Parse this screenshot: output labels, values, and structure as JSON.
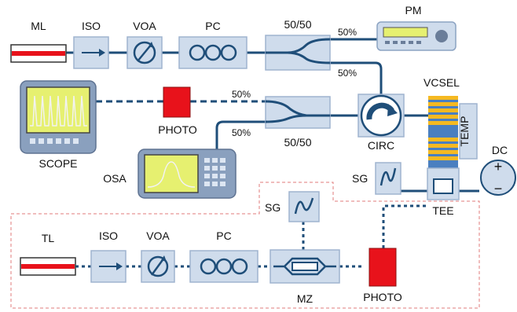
{
  "labels": {
    "ml": "ML",
    "iso1": "ISO",
    "voa1": "VOA",
    "pc1": "PC",
    "splitter1": "50/50",
    "pm": "PM",
    "split_out_top": "50%",
    "split_out_bottom": "50%",
    "vcsel": "VCSEL",
    "temp": "TEMP",
    "dc": "DC",
    "dc_plus": "+",
    "dc_minus": "−",
    "scope": "SCOPE",
    "photo1": "PHOTO",
    "split2_in_top": "50%",
    "split2_in_bottom": "50%",
    "splitter2": "50/50",
    "circ": "CIRC",
    "osa": "OSA",
    "sg1": "SG",
    "tee": "TEE",
    "sg2": "SG",
    "tl": "TL",
    "iso2": "ISO",
    "voa2": "VOA",
    "pc2": "PC",
    "mz": "MZ",
    "photo2": "PHOTO"
  },
  "colors": {
    "fiber": "#1f4e79",
    "component": "#cfdcec",
    "laser": "#e8121b",
    "photodetector": "#e8121b",
    "vcsel_bar": "#f5b921",
    "boundary": "#e07b7b",
    "screen": "#e6f070"
  }
}
